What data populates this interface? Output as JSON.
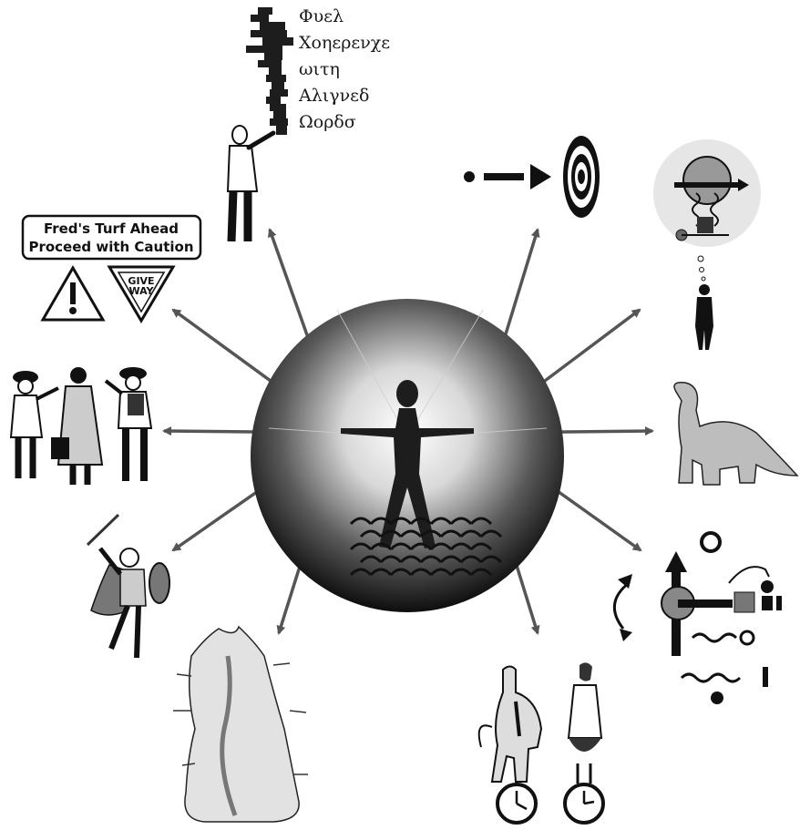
{
  "greek_words": [
    "Φυελ",
    "Χοηερενχε",
    "ωιτη",
    "Αλιγνεδ",
    "Ωορδσ"
  ],
  "warning_sign": {
    "line1": "Fred's Turf Ahead",
    "line2": "Proceed with Caution"
  },
  "give_way_sign": {
    "line1": "GIVE",
    "line2": "WAY"
  },
  "colors": {
    "ink": "#1a1a1a",
    "arrow": "#555555",
    "sphere_light": "#ffffff",
    "sphere_dark": "#111111"
  },
  "icons": [
    "word-blocks-icon",
    "pointing-person-icon",
    "target-icon",
    "thinker-machine-icon",
    "dinosaur-icon",
    "mechanism-icon",
    "devil-clock-icon",
    "fire-icon",
    "warrior-icon",
    "travelers-icon",
    "warning-sign-icon",
    "give-way-sign-icon",
    "central-figure-icon"
  ]
}
